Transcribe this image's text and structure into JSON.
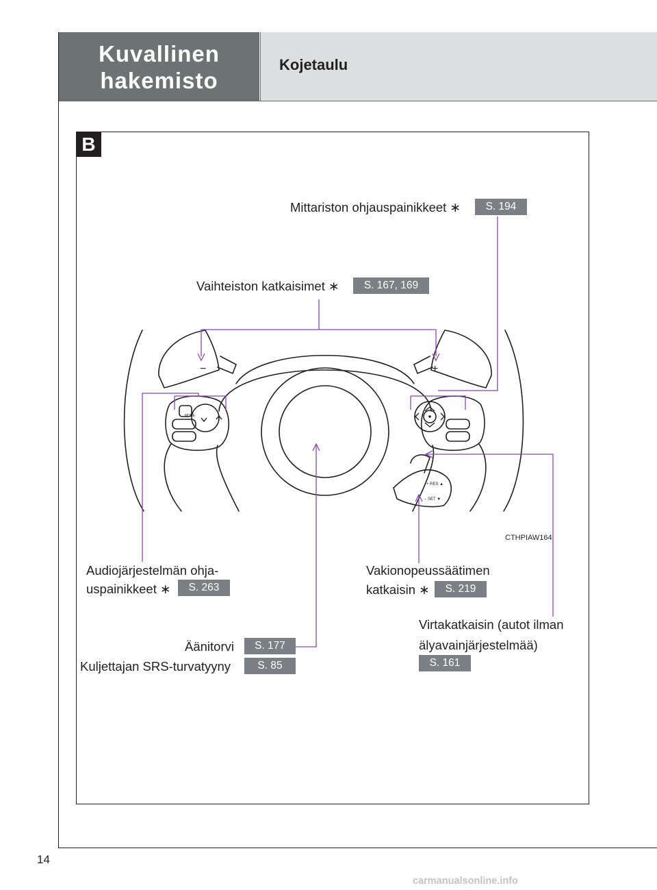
{
  "header": {
    "section": "Kuvallinen\nhakemisto",
    "title": "Kojetaulu"
  },
  "figure": {
    "badge": "B",
    "image_code": "CTHPIAW164"
  },
  "callouts": {
    "mittaristo": {
      "label": "Mittariston ohjauspainikkeet",
      "mark": "∗",
      "page": "S. 194"
    },
    "vaihteisto": {
      "label": "Vaihteiston katkaisimet",
      "mark": "∗",
      "page": "S. 167, 169"
    },
    "audio": {
      "line1": "Audiojärjestelmän ohja-",
      "line2": "uspainikkeet",
      "mark": "∗",
      "page": "S. 263"
    },
    "vakionopeus": {
      "line1": "Vakionopeussäätimen",
      "line2": "katkaisin",
      "mark": "∗",
      "page": "S. 219"
    },
    "virta": {
      "line1": "Virtakatkaisin (autot ilman",
      "line2": "älyavainjärjestelmää)",
      "page": "S. 161"
    },
    "aanitorvi": {
      "label": "Äänitorvi",
      "page": "S. 177"
    },
    "srs": {
      "label": "Kuljettajan SRS-turvatyyny",
      "page": "S. 85"
    }
  },
  "wheel_labels": {
    "minus": "−",
    "plus": "+",
    "mode": "MODE",
    "res": "+ RES ▲",
    "set": "– SET ▼"
  },
  "footer": {
    "page_number": "14",
    "watermark": "carmanualsonline.info"
  },
  "colors": {
    "header_gray": "#6d7372",
    "header_light": "#dde0e0",
    "page_badge": "#7a8083",
    "leader_line": "#8a45b5"
  }
}
